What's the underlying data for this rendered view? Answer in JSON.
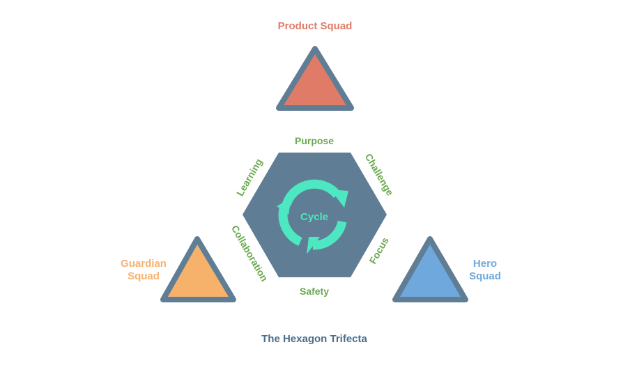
{
  "title": "The Hexagon Trifecta",
  "center_label": "Cycle",
  "squads": {
    "product": {
      "label": "Product Squad",
      "color": "#e07b67"
    },
    "guardian": {
      "line1": "Guardian",
      "line2": "Squad",
      "color": "#f6b26b"
    },
    "hero": {
      "line1": "Hero",
      "line2": "Squad",
      "color": "#6fa8dc"
    }
  },
  "hexagon_sides": {
    "top": "Purpose",
    "top_right": "Challenge",
    "bottom_right": "Focus",
    "bottom": "Safety",
    "bottom_left": "Collaboration",
    "top_left": "Learning"
  },
  "colors": {
    "hexagon": "#5f7d95",
    "outline": "#5f7d95",
    "cycle": "#4de8c2",
    "side_text": "#6aa84f",
    "title": "#4a6e8a"
  }
}
